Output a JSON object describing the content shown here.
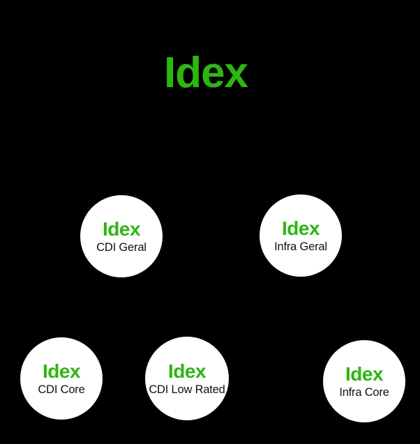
{
  "colors": {
    "background": "#000000",
    "accent_green": "#2eb512",
    "node_fill": "#ffffff",
    "node_label_text": "#111111"
  },
  "diagram": {
    "title": "Idex",
    "nodes": [
      {
        "brand": "Idex",
        "label": "CDI Geral"
      },
      {
        "brand": "Idex",
        "label": "Infra Geral"
      },
      {
        "brand": "Idex",
        "label": "CDI Core"
      },
      {
        "brand": "Idex",
        "label": "CDI Low Rated"
      },
      {
        "brand": "Idex",
        "label": "Infra Core"
      }
    ]
  }
}
